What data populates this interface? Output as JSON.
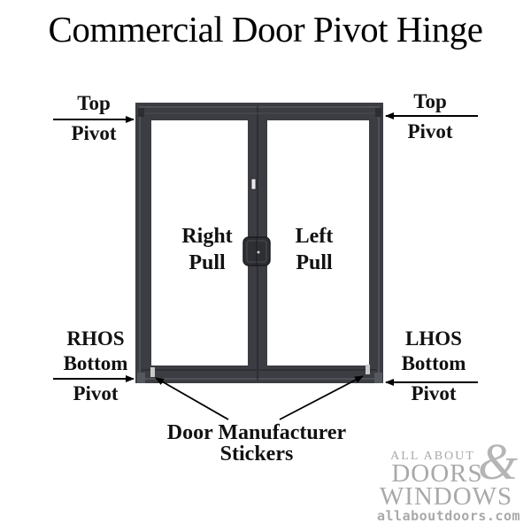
{
  "title": "Commercial Door Pivot Hinge",
  "labels": {
    "top_left": {
      "line1": "Top",
      "line2": "Pivot"
    },
    "top_right": {
      "line1": "Top",
      "line2": "Pivot"
    },
    "right_pull": {
      "line1": "Right",
      "line2": "Pull"
    },
    "left_pull": {
      "line1": "Left",
      "line2": "Pull"
    },
    "bottom_left": {
      "line1": "RHOS",
      "line2": "Bottom",
      "line3": "Pivot"
    },
    "bottom_right": {
      "line1": "LHOS",
      "line2": "Bottom",
      "line3": "Pivot"
    },
    "stickers": {
      "line1": "Door Manufacturer",
      "line2": "Stickers"
    }
  },
  "watermark": {
    "line1": "ALL ABOUT",
    "line2": "DOORS",
    "ampersand": "&",
    "line3": "WINDOWS",
    "url": "allaboutdoors.com"
  },
  "colors": {
    "frame": "#3b3d42",
    "frame_dark": "#2a2b2f",
    "frame_highlight": "#55585e",
    "glass": "#ffffff",
    "text": "#111111",
    "watermark": "#a9a9a9"
  }
}
